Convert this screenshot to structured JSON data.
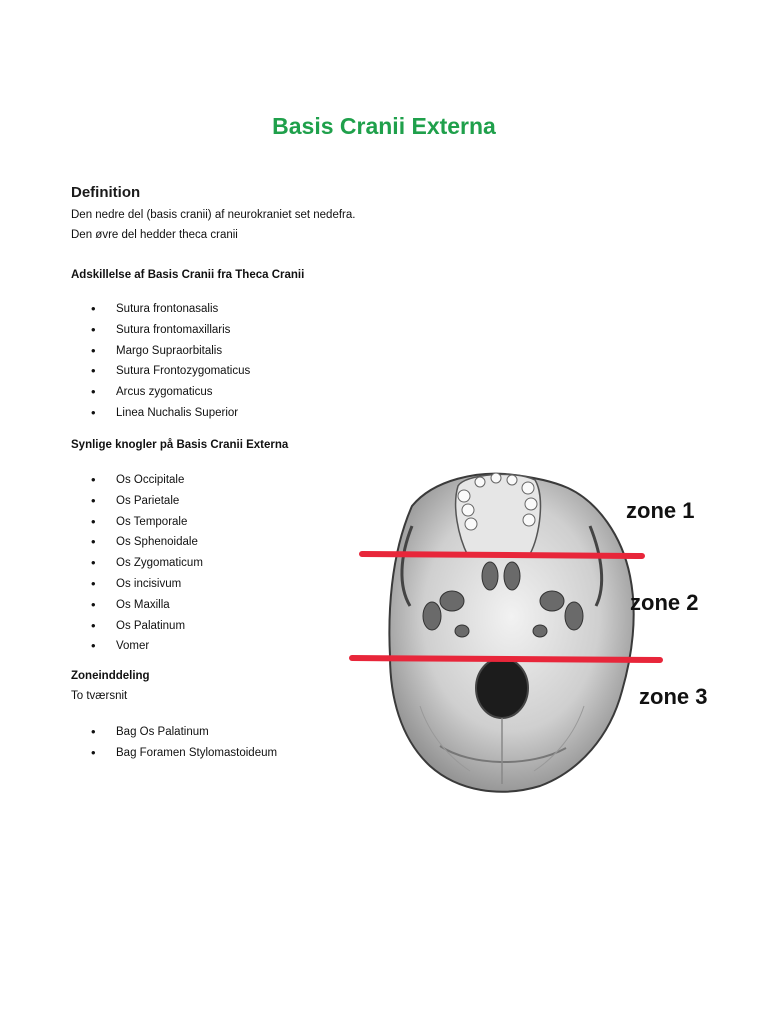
{
  "title": "Basis Cranii Externa",
  "definition": {
    "heading": "Definition",
    "lines": [
      "Den nedre del (basis cranii) af neurokraniet set nedefra.",
      "Den øvre del hedder theca cranii"
    ]
  },
  "separation": {
    "heading": "Adskillelse af Basis Cranii fra Theca Cranii",
    "items": [
      "Sutura frontonasalis",
      "Sutura frontomaxillaris",
      "Margo Supraorbitalis",
      "Sutura Frontozygomaticus",
      "Arcus zygomaticus",
      "Linea Nuchalis Superior"
    ]
  },
  "bones": {
    "heading": "Synlige knogler på Basis Cranii Externa",
    "items": [
      "Os Occipitale",
      "Os Parietale",
      "Os Temporale",
      "Os Sphenoidale",
      "Os Zygomaticum",
      "Os incisivum",
      "Os Maxilla",
      "Os Palatinum",
      "Vomer"
    ]
  },
  "zoning": {
    "heading": "Zoneinddeling",
    "subtitle": "To tværsnit",
    "items": [
      "Bag Os Palatinum",
      "Bag Foramen Stylomastoideum"
    ]
  },
  "figure": {
    "zone_labels": [
      "zone 1",
      "zone 2",
      "zone 3"
    ],
    "line_color": "#e8263a"
  }
}
